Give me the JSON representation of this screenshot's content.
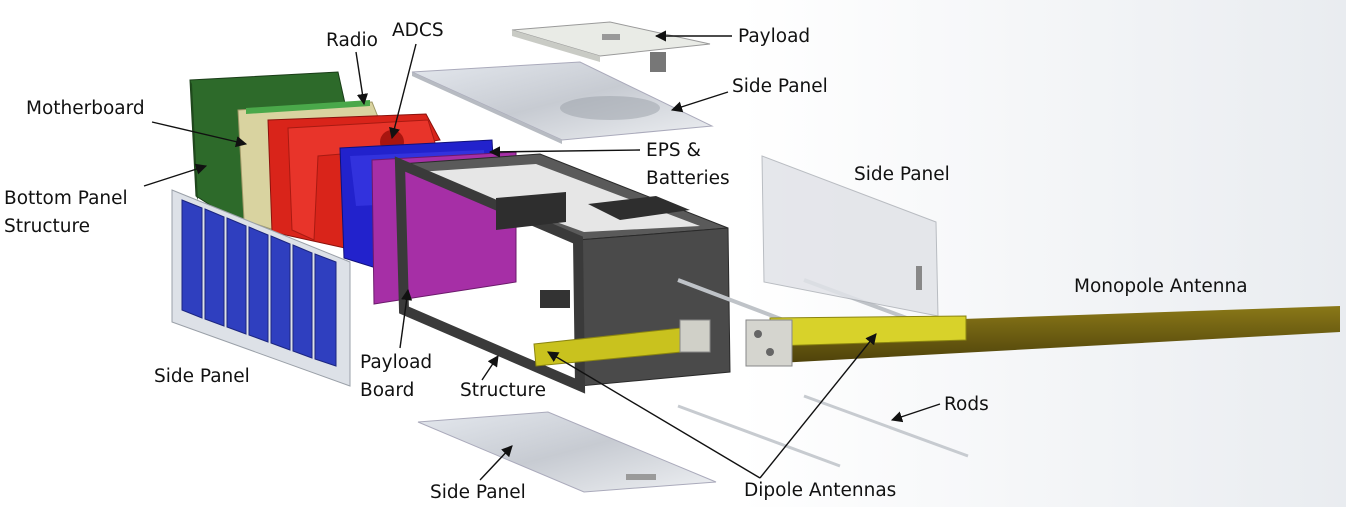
{
  "labels": {
    "payload": "Payload",
    "adcs": "ADCS",
    "radio": "Radio",
    "motherboard": "Motherboard",
    "side_panel_top": "Side Panel",
    "eps_line1": "EPS &",
    "eps_line2": "Batteries",
    "bottom_panel_line1": "Bottom Panel",
    "bottom_panel_line2": "Structure",
    "side_panel_right": "Side Panel",
    "monopole_antenna": "Monopole Antenna",
    "payload_board_line1": "Payload",
    "payload_board_line2": "Board",
    "side_panel_left": "Side Panel",
    "structure": "Structure",
    "rods": "Rods",
    "side_panel_bottom": "Side Panel",
    "dipole_antennas": "Dipole Antennas"
  },
  "colors": {
    "motherboard": "#2d6a2a",
    "radio": "#d9d3a0",
    "adcs": "#d9241a",
    "eps": "#2222cc",
    "payload_board": "#a62fa6",
    "structure": "#4a4a4a",
    "solar_cells": "#2f3fbf",
    "dipole": "#c9c21e",
    "monopole": "#6b5a12"
  }
}
